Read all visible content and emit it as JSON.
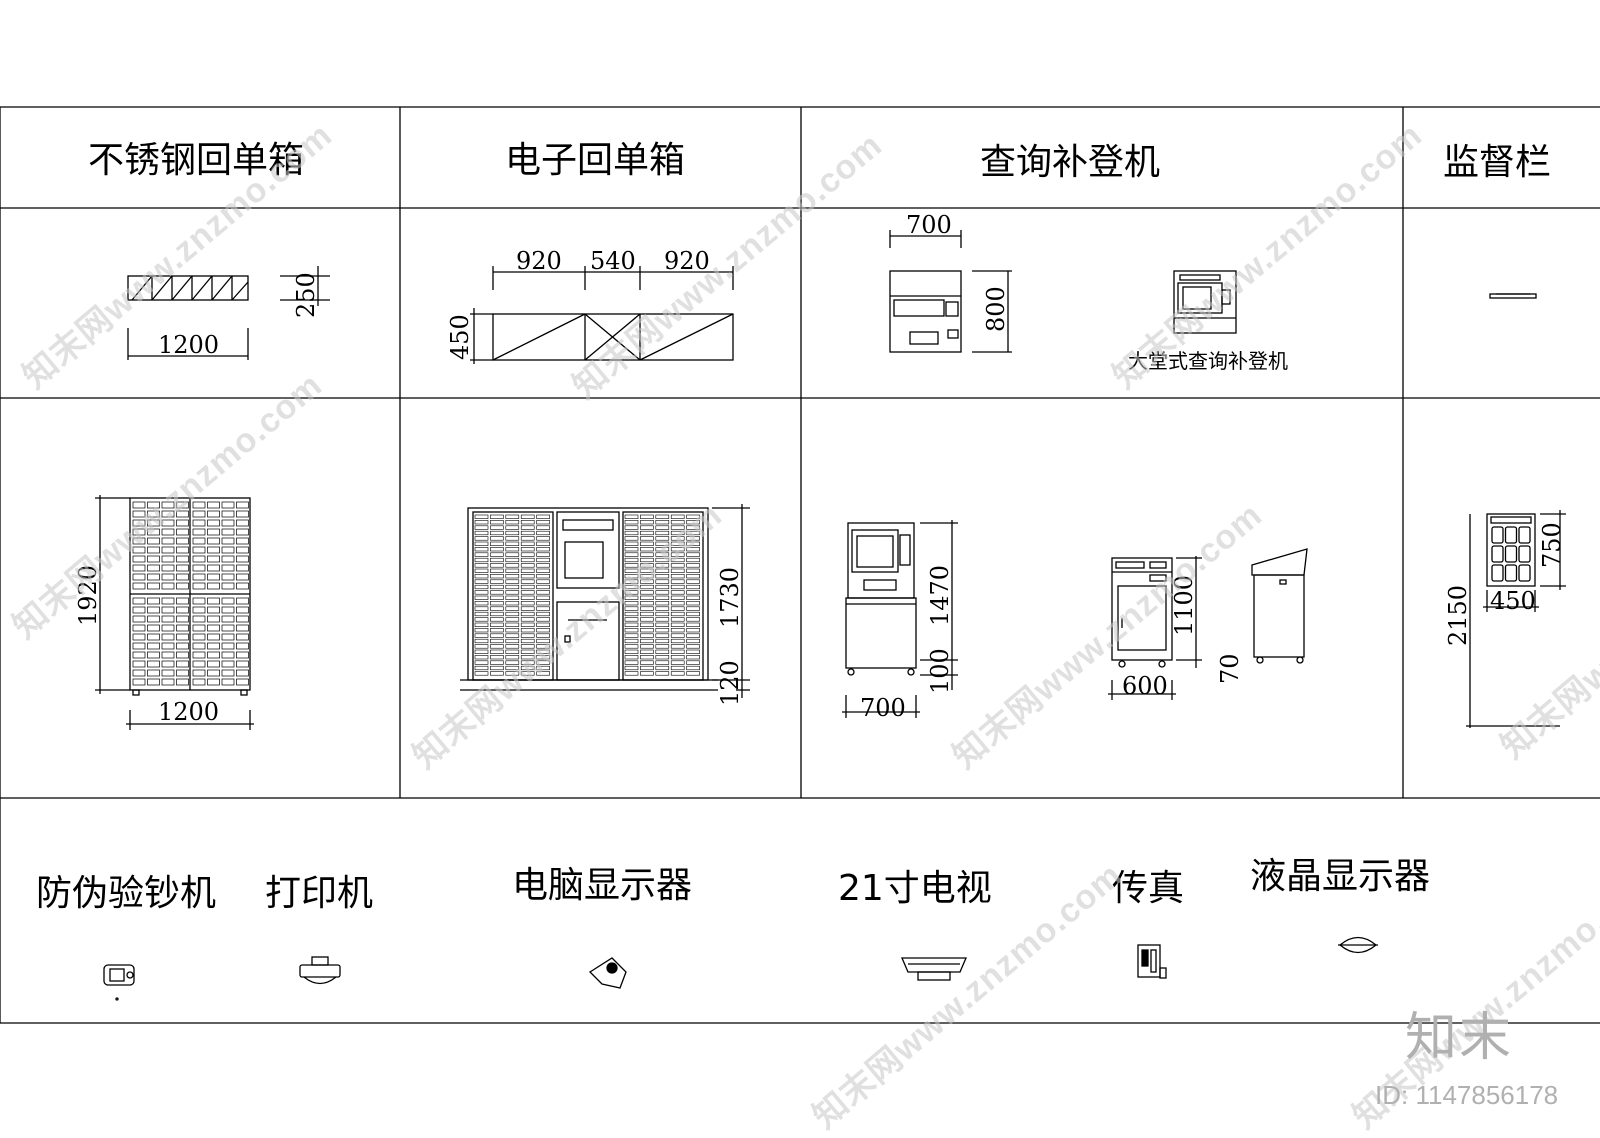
{
  "headers": {
    "col1": "不锈钢回单箱",
    "col2": "电子回单箱",
    "col3": "查询补登机",
    "col4": "监督栏"
  },
  "dimensions": {
    "ss_box_width_plan": "1200",
    "ss_box_depth_plan": "250",
    "ss_box_height": "1920",
    "ss_box_width_elev": "1200",
    "e_box_left": "920",
    "e_box_mid": "540",
    "e_box_right": "920",
    "e_box_depth": "450",
    "e_box_height": "1730",
    "e_box_base": "120",
    "kiosk_top_width": "700",
    "kiosk_top_height": "800",
    "kiosk_height": "1470",
    "kiosk_base": "100",
    "kiosk_width": "700",
    "cab_height": "1100",
    "cab_width": "600",
    "cab_base": "70",
    "board_height": "750",
    "board_width": "450",
    "board_mount": "2150"
  },
  "labels": {
    "lobby_kiosk": "大堂式查询补登机",
    "counterfeit_detector": "防伪验钞机",
    "printer": "打印机",
    "pc_monitor": "电脑显示器",
    "tv": "21寸电视",
    "fax": "传真",
    "lcd": "液晶显示器"
  },
  "watermark": {
    "text": "知末网www.znzmo.com",
    "logo": "知末",
    "id": "ID: 1147856178"
  }
}
